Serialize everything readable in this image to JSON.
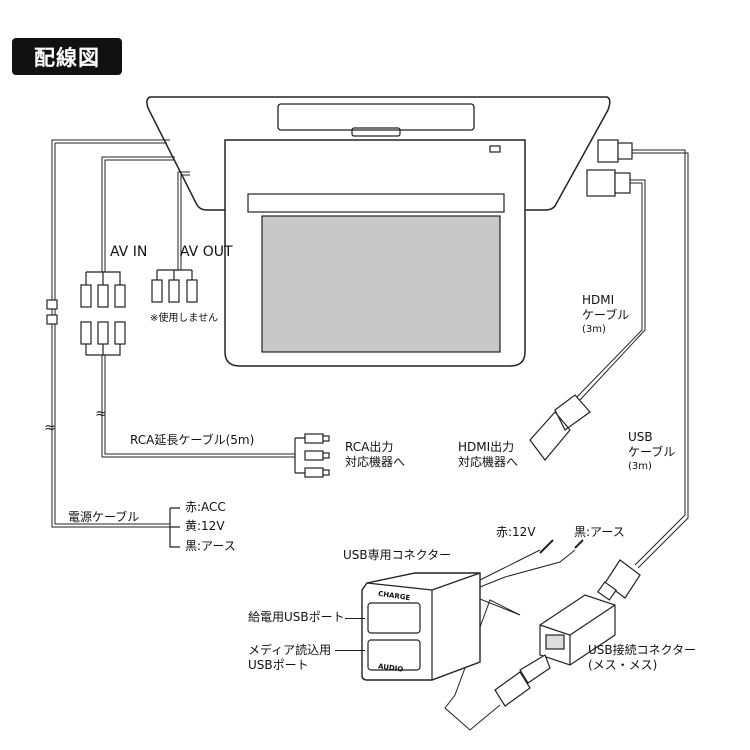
{
  "title": "配線図",
  "labels": {
    "av_in": "AV IN",
    "av_out": "AV OUT",
    "unused_note": "※使用しません",
    "rca_ext_cable": "RCA延長ケーブル(5m)",
    "rca_out_1": "RCA出力",
    "rca_out_2": "対応機器へ",
    "hdmi_cable_1": "HDMI",
    "hdmi_cable_2": "ケーブル",
    "hdmi_cable_3": "(3m)",
    "hdmi_out_1": "HDMI出力",
    "hdmi_out_2": "対応機器へ",
    "usb_cable_1": "USB",
    "usb_cable_2": "ケーブル",
    "usb_cable_3": "(3m)",
    "power_cable": "電源ケーブル",
    "power_red": "赤:ACC",
    "power_yellow": "黄:12V",
    "power_black": "黒:アース",
    "usb_connector": "USB専用コネクター",
    "usb_red": "赤:12V",
    "usb_black": "黒:アース",
    "charge_port": "給電用USBポート",
    "media_port_1": "メディア読込用",
    "media_port_2": "USBポート",
    "charge_mark": "CHARGE",
    "audio_mark": "AUDIO",
    "usb_joint_1": "USB接続コネクター",
    "usb_joint_2": "(メス・メス)"
  },
  "colors": {
    "screen": "#c8c8c8",
    "line": "#222222",
    "badge": "#111111"
  }
}
